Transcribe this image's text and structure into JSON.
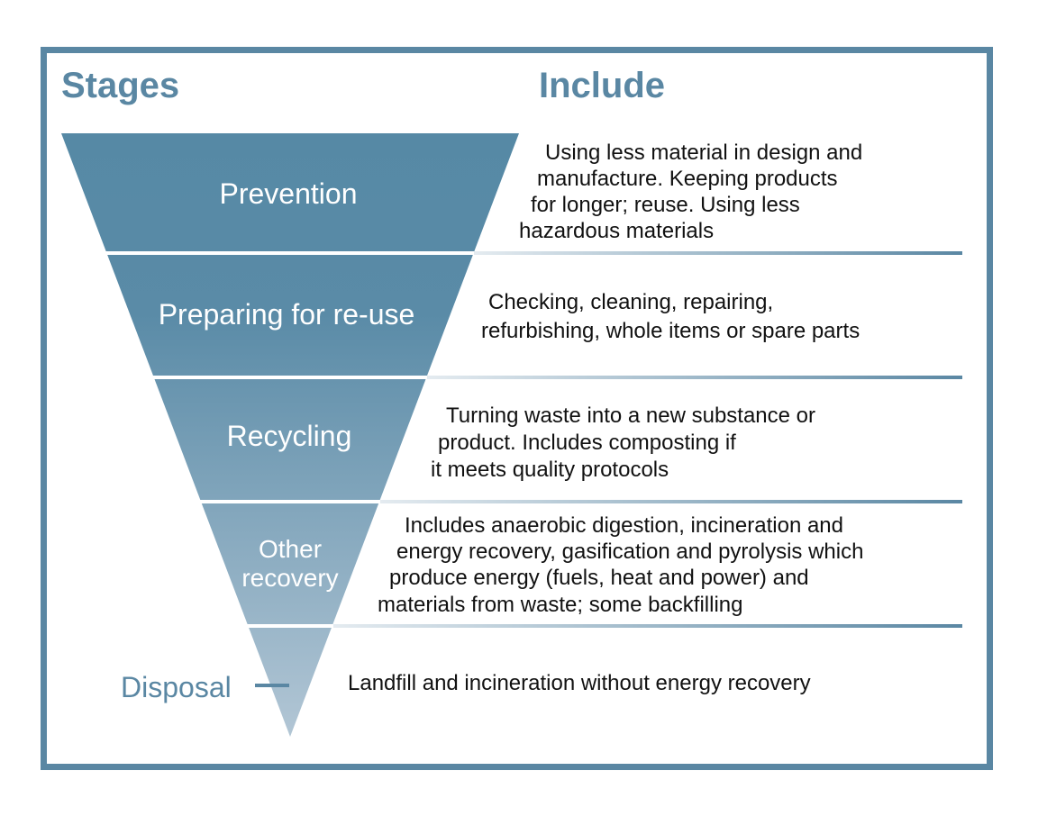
{
  "headers": {
    "stages": "Stages",
    "include": "Include"
  },
  "colors": {
    "frame": "#5a87a3",
    "funnel_top": "#5689a5",
    "funnel_bottom": "#a9bfd0"
  },
  "stages": [
    {
      "label": "Prevention",
      "desc": [
        "Using less material in design and",
        "manufacture. Keeping products",
        "for longer; reuse. Using less",
        "hazardous materials"
      ]
    },
    {
      "label": "Preparing for re-use",
      "desc": [
        "Checking, cleaning, repairing,",
        "refurbishing, whole items or spare parts"
      ]
    },
    {
      "label": "Recycling",
      "desc": [
        "Turning waste into a new substance or",
        "product. Includes composting if",
        "it meets quality protocols"
      ]
    },
    {
      "label_lines": [
        "Other",
        "recovery"
      ],
      "desc": [
        "Includes anaerobic digestion, incineration and",
        "energy recovery, gasification and pyrolysis which",
        "produce energy (fuels, heat and power) and",
        "materials from waste; some backfilling"
      ]
    },
    {
      "label": "Disposal",
      "desc": [
        "Landfill and incineration without energy recovery"
      ]
    }
  ]
}
